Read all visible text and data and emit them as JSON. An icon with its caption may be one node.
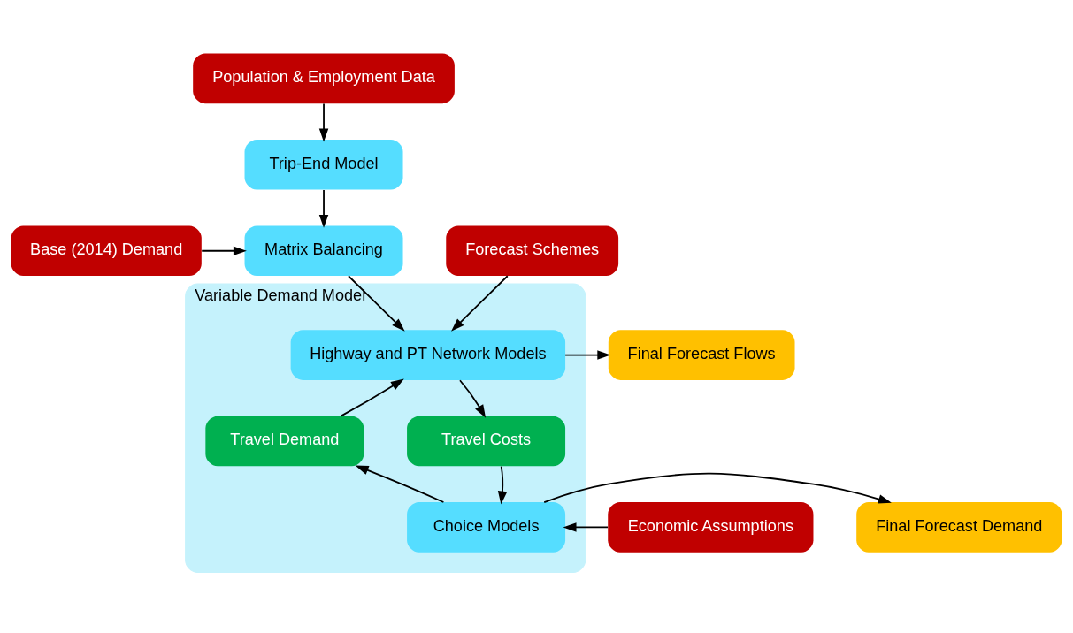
{
  "diagram": {
    "nodes": [
      {
        "text": [
          "Population & Employment Data"
        ]
      },
      {
        "text": [
          "Trip-End Model"
        ]
      },
      {
        "text": [
          "Base (2014) Demand"
        ]
      },
      {
        "text": [
          "Matrix Balancing"
        ]
      },
      {
        "text": [
          "Forecast Schemes"
        ]
      },
      {
        "text": [
          "Variable Demand Model"
        ]
      },
      {
        "text": [
          "Highway and PT Network Models"
        ],
        "in": 5
      },
      {
        "text": [
          "Final Forecast Flows"
        ]
      },
      {
        "text": [
          "Travel Demand"
        ],
        "in": 5
      },
      {
        "text": [
          "Travel Costs"
        ],
        "in": 5
      },
      {
        "text": [
          "Economic Assumptions"
        ]
      },
      {
        "text": [
          "Choice Models"
        ],
        "in": 5
      },
      {
        "text": [
          "Final Forecast Demand"
        ]
      }
    ],
    "edges": [
      {
        "from": 0,
        "to": 1,
        "arrow": "to"
      },
      {
        "from": 1,
        "to": 3,
        "arrow": "to"
      },
      {
        "from": 2,
        "to": 3,
        "arrow": "to"
      },
      {
        "from": 3,
        "to": 6,
        "arrow": "to"
      },
      {
        "from": 4,
        "to": 6,
        "arrow": "to"
      },
      {
        "from": 6,
        "to": 7,
        "arrow": "to"
      },
      {
        "from": 6,
        "to": 9,
        "arrow": "to"
      },
      {
        "from": 8,
        "to": 6,
        "arrow": "to"
      },
      {
        "from": 9,
        "to": 11,
        "arrow": "to"
      },
      {
        "from": 11,
        "to": 8,
        "arrow": "to"
      },
      {
        "from": 10,
        "to": 11,
        "arrow": "to"
      },
      {
        "from": 11,
        "to": 12,
        "arrow": "to"
      }
    ]
  }
}
